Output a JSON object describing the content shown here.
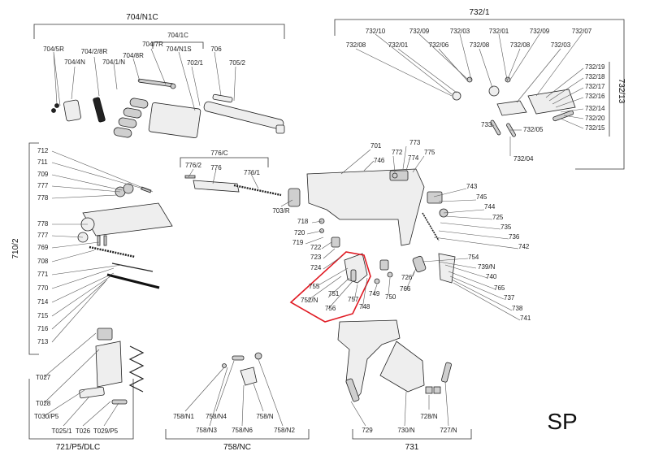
{
  "diagram": {
    "model_code": "SP",
    "highlight_color": "#e01b24",
    "groups": {
      "top_left": "704/N1C",
      "top_left_sub": "704/1C",
      "top_right": "732/1",
      "right_side": "732/13",
      "left_side": "710/2",
      "mid_top": "776/C",
      "bottom_left": "721/P5/DLC",
      "bottom_mid": "758/NC",
      "bottom_right": "731"
    },
    "labels": {
      "l704_5R": "704/5R",
      "l704_4N": "704/4N",
      "l704_2_8R": "704/2/8R",
      "l704_1_N": "704/1/N",
      "l704_8R": "704/8R",
      "l704_7R": "704/7R",
      "l704_N1S": "704/N1S",
      "l702_1": "702/1",
      "l706": "706",
      "l705_2": "705/2",
      "l732_08a": "732/08",
      "l732_10": "732/10",
      "l732_01a": "732/01",
      "l732_09a": "732/09",
      "l732_06": "732/06",
      "l732_03a": "732/03",
      "l732_08b": "732/08",
      "l732_01b": "732/01",
      "l732_08c": "732/08",
      "l732_09b": "732/09",
      "l732_03b": "732/03",
      "l732_07": "732/07",
      "l732_19": "732/19",
      "l732_18": "732/18",
      "l732_17": "732/17",
      "l732_16": "732/16",
      "l732_14": "732/14",
      "l732_20": "732/20",
      "l732_15": "732/15",
      "l732_05": "732/05",
      "l732_04": "732/04",
      "l733": "733",
      "l712": "712",
      "l711": "711",
      "l709": "709",
      "l777a": "777",
      "l778a": "778",
      "l778b": "778",
      "l777b": "777",
      "l769": "769",
      "l708": "708",
      "l771": "771",
      "l770": "770",
      "l714": "714",
      "l715": "715",
      "l716": "716",
      "l713": "713",
      "l776_2": "776/2",
      "l776": "776",
      "l776_1": "776/1",
      "l703_R": "703/R",
      "l701": "701",
      "l746": "746",
      "l772": "772",
      "l773": "773",
      "l774": "774",
      "l775": "775",
      "l718": "718",
      "l720": "720",
      "l719": "719",
      "l722": "722",
      "l723": "723",
      "l724": "724",
      "l743": "743",
      "l745": "745",
      "l744": "744",
      "l725": "725",
      "l735": "735",
      "l736": "736",
      "l742": "742",
      "l754": "754",
      "l739_N": "739/N",
      "l740": "740",
      "l765": "765",
      "l737": "737",
      "l738": "738",
      "l741": "741",
      "l726": "726",
      "l766": "766",
      "l749": "749",
      "l750": "750",
      "l748": "748",
      "l757": "757",
      "l756": "756",
      "l751": "751",
      "l755": "755",
      "l752_N": "752/N",
      "lT027": "T027",
      "lT028": "T028",
      "lT030_P5": "T030/P5",
      "lT025_1": "T025/1",
      "lT026": "T026",
      "lT029_P5": "T029/P5",
      "l758_N1": "758/N1",
      "l758_N3": "758/N3",
      "l758_N4": "758/N4",
      "l758_N6": "758/N6",
      "l758_N": "758/N",
      "l758_N2": "758/N2",
      "l729": "729",
      "l730_N": "730/N",
      "l728_N": "728/N",
      "l727_N": "727/N"
    }
  }
}
